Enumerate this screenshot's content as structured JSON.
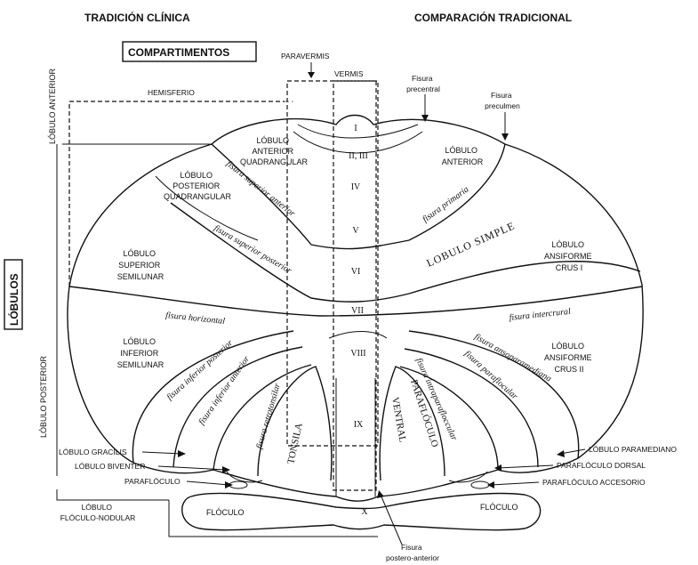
{
  "headings": {
    "left": "TRADICIÓN CLÍNICA",
    "right": "COMPARACIÓN TRADICIONAL"
  },
  "boxes": {
    "compartimentos": "COMPARTIMENTOS",
    "lobulos": "LÓBULOS"
  },
  "compartments": {
    "paravermis": "PARAVERMIS",
    "vermis": "VERMIS",
    "hemisferio": "HEMISFERIO"
  },
  "side_labels": {
    "lobulo_anterior": "LÓBULO ANTERIOR",
    "lobulo_posterior": "LÓBULO POSTERIOR"
  },
  "fissure_callouts": {
    "precentral": [
      "Fisura",
      "precentral"
    ],
    "preculmen": [
      "Fisura",
      "preculmen"
    ],
    "postero_anterior": [
      "Fisura",
      "postero-anterior"
    ]
  },
  "lobules_left": {
    "anterior_quadrangular": [
      "LÓBULO",
      "ANTERIOR",
      "QUADRANGULAR"
    ],
    "posterior_quadrangular": [
      "LÓBULO",
      "POSTERIOR",
      "QUADRANGULAR"
    ],
    "superior_semilunar": [
      "LÓBULO",
      "SUPERIOR",
      "SEMILUNAR"
    ],
    "inferior_semilunar": [
      "LÓBULO",
      "INFERIOR",
      "SEMILUNAR"
    ]
  },
  "lobules_right": {
    "anterior": [
      "LÓBULO",
      "ANTERIOR"
    ],
    "simple": "LOBULO SIMPLE",
    "ansiforme_crus1": [
      "LÓBULO",
      "ANSIFORME",
      "CRUS I"
    ],
    "ansiforme_crus2": [
      "LÓBULO",
      "ANSIFORME",
      "CRUS II"
    ]
  },
  "vermis_lobules": [
    "I",
    "II, III",
    "IV",
    "V",
    "VI",
    "VII",
    "VIII",
    "IX",
    "X"
  ],
  "fissures": {
    "superior_anterior": "fisura superior anterior",
    "primaria": "fisura primaria",
    "superior_posterior": "fisura superior posterior",
    "horizontal": "fisura horizontal",
    "intercrural": "fisura intercrural",
    "inferior_posterior": "fisura inferior posterior",
    "inferior_anterior": "fisura inferior anterior",
    "ansoparamediana": "fisura ansoparamediana",
    "paraflocular": "fisura paraflocular",
    "retrotonsilar": "fisura retrotonsilar",
    "intraparafloccular": "fisura intraparafloccular"
  },
  "vertical_labels": {
    "tonsila": "TONSILA",
    "ventral": "VENTRAL",
    "parafloculo": "PARAFLÓCULO"
  },
  "callouts_left": {
    "gracilis": "LÓBULO GRACILIS",
    "biventer": "LÓBULO BIVENTER",
    "parafloculo": "PARAFLÓCULO",
    "floculo_nodular": [
      "LÓBULO",
      "FLÓCULO-NODULAR"
    ]
  },
  "callouts_right": {
    "paramediano": "LÓBULO PARAMEDIANO",
    "parafloculo_dorsal": "PARAFLÓCULO DORSAL",
    "parafloculo_accesorio": "PARAFLÓCULO ACCESORIO"
  },
  "floculo": {
    "left": "FLÓCULO",
    "right": "FLÓCULO"
  }
}
